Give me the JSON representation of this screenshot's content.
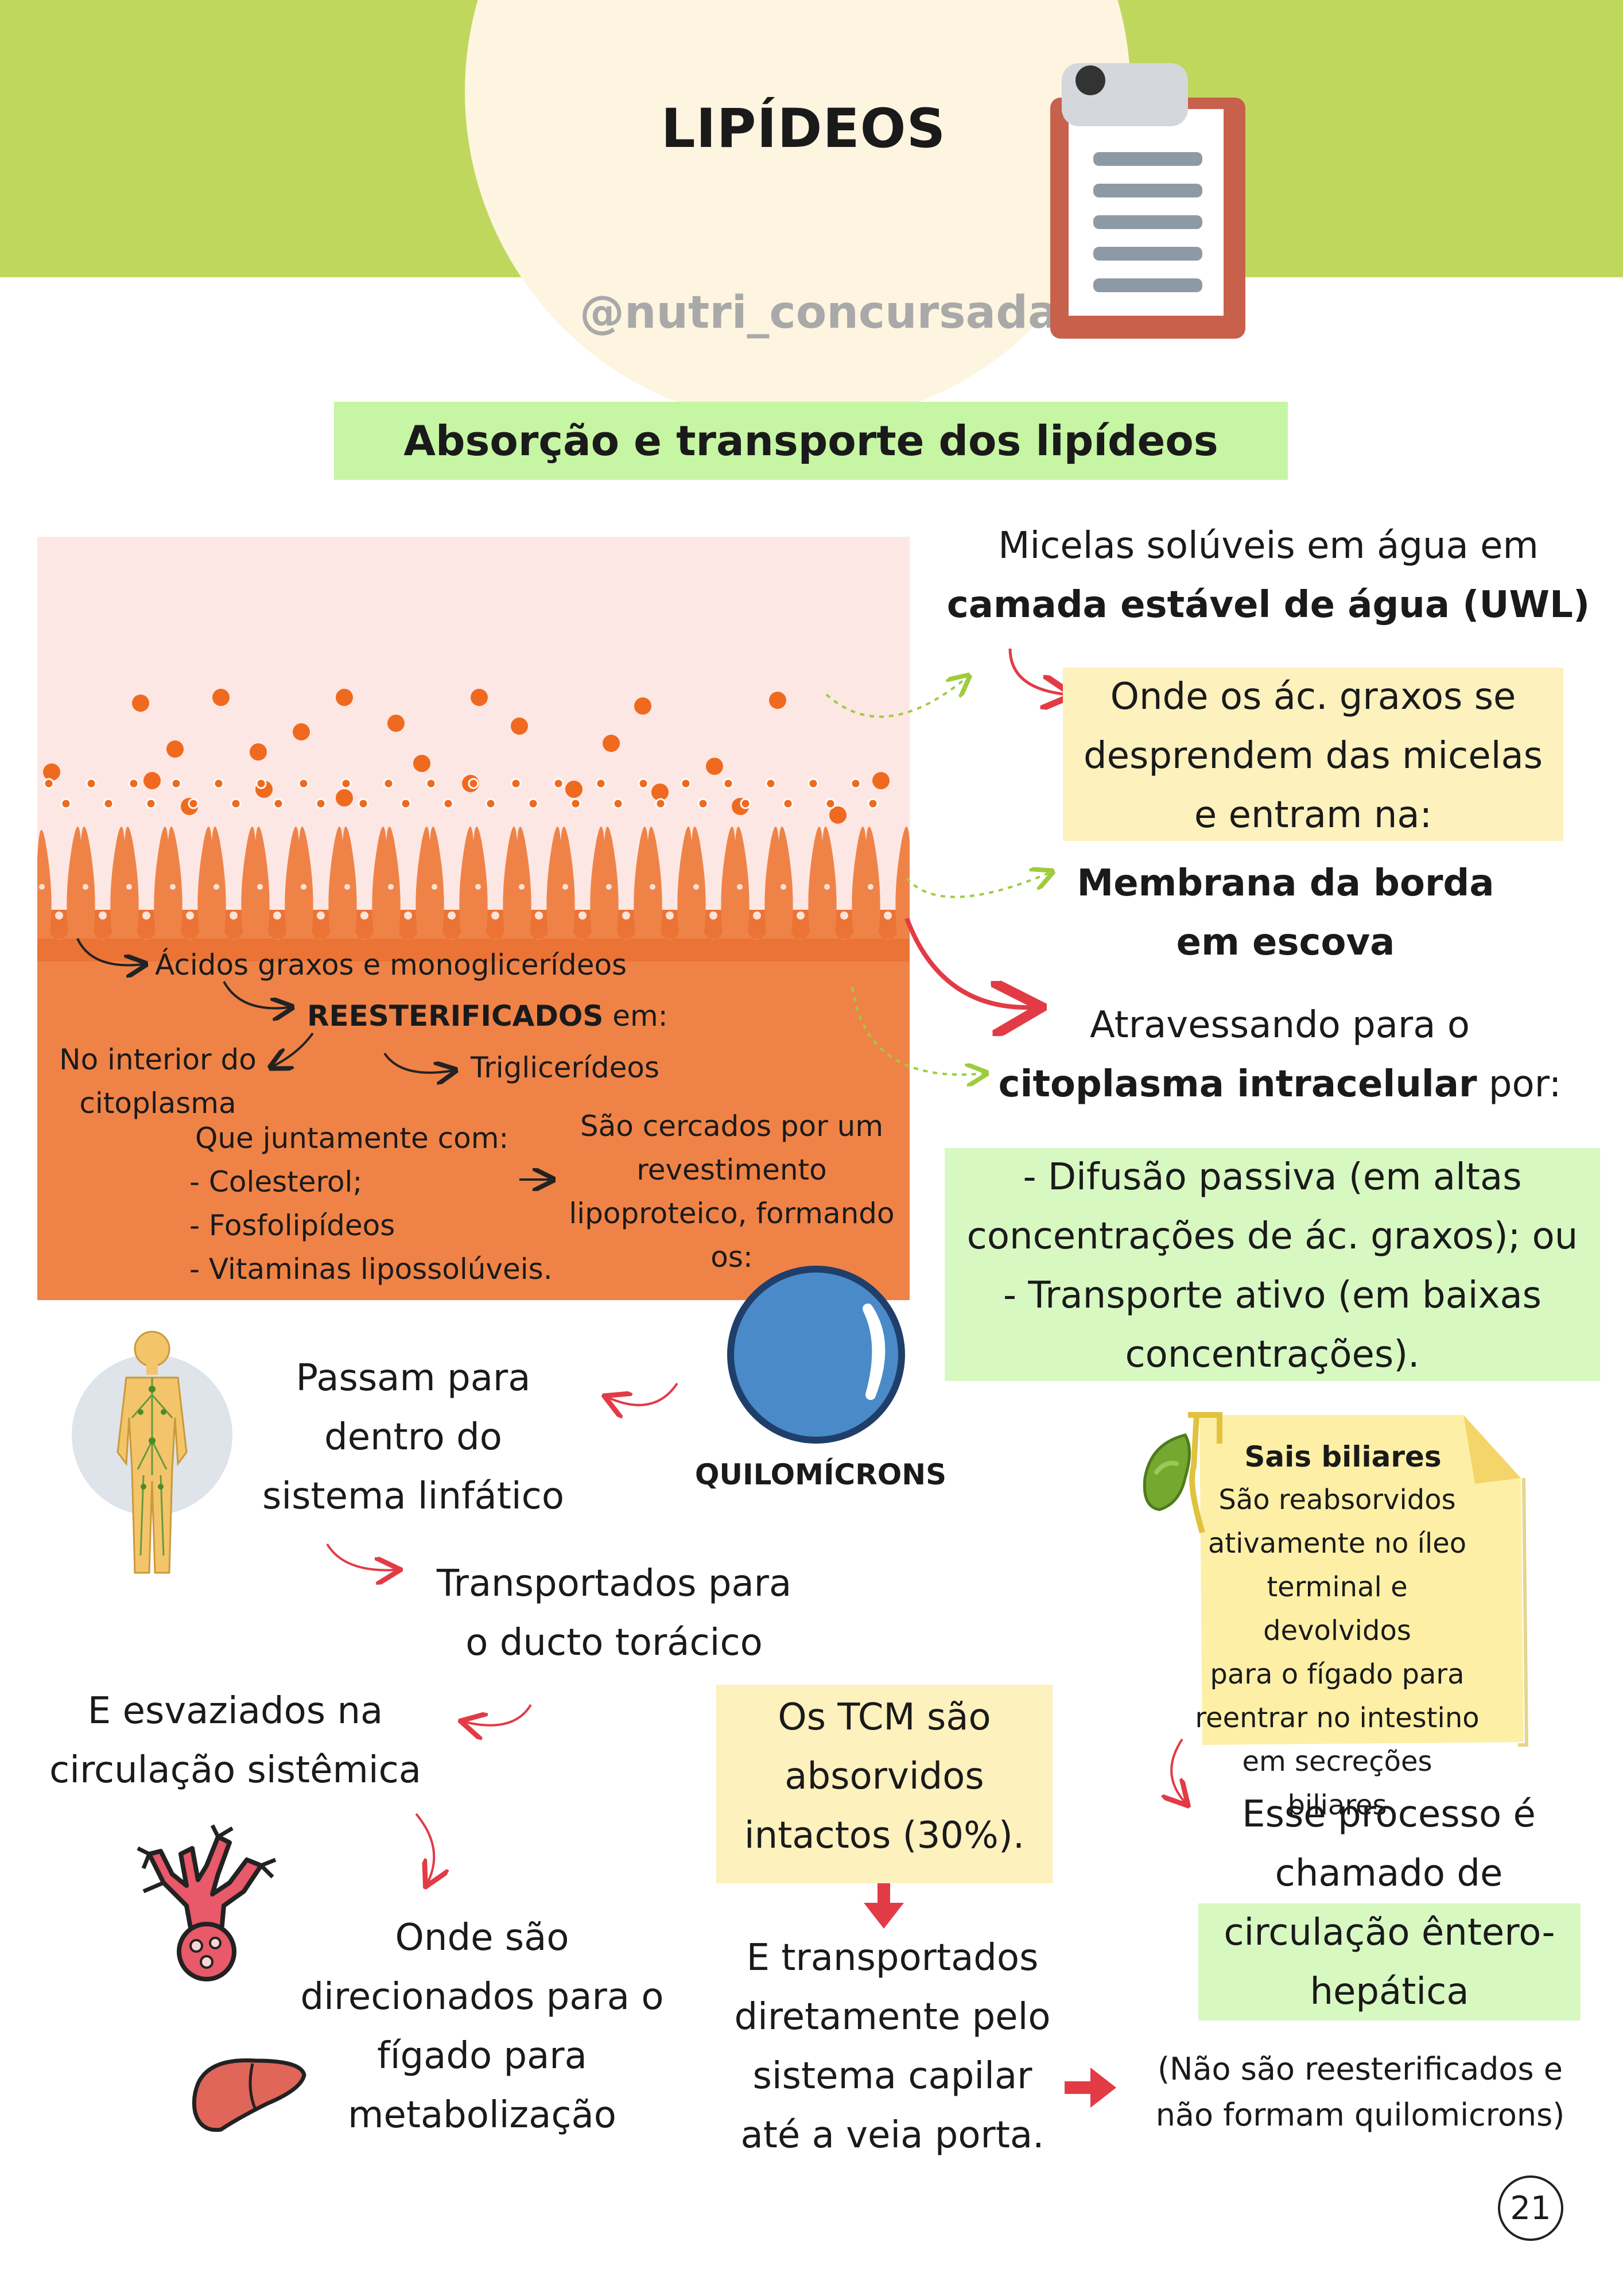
{
  "header": {
    "title": "LIPÍDEOS",
    "handle": "@nutri_concursada"
  },
  "section_title": "Absorção e transporte dos lipídeos",
  "right_col": {
    "micelas_line1": "Micelas solúveis em água em",
    "micelas_line2": "camada estável de água (UWL)",
    "onde_box": [
      "Onde os ác. graxos se",
      "desprendem das micelas",
      "e entram na:"
    ],
    "membrana": [
      "Membrana da borda",
      "em escova"
    ],
    "atravessando_line1": "Atravessando para o",
    "atravessando_bold": "citoplasma intracelular",
    "atravessando_tail": " por:",
    "transport_box": [
      "- Difusão passiva (em altas",
      "concentrações de ác. graxos); ou",
      "- Transporte ativo (em baixas",
      "concentrações)."
    ]
  },
  "diagram": {
    "acidos": "Ácidos graxos e monoglicerídeos",
    "reest_bold": "REESTERIFICADOS",
    "reest_tail": " em:",
    "interior": [
      "No interior do",
      "citoplasma"
    ],
    "triglic": "Triglicerídeos",
    "juntamente": "Que juntamente com:",
    "list": [
      "- Colesterol;",
      "- Fosfolipídeos",
      "- Vitaminas lipossolúveis."
    ],
    "cercados": [
      "São cercados por um",
      "revestimento",
      "lipoproteico, formando",
      "os:"
    ]
  },
  "quilomicrons": "QUILOMÍCRONS",
  "flow": {
    "passam": [
      "Passam para",
      "dentro do",
      "sistema linfático"
    ],
    "transportados": [
      "Transportados para",
      "o ducto torácico"
    ],
    "esvaziados": [
      "E esvaziados na",
      "circulação sistêmica"
    ],
    "onde_sao": [
      "Onde são",
      "direcionados para o",
      "fígado para",
      "metabolização"
    ]
  },
  "tcm": {
    "box": [
      "Os TCM são",
      "absorvidos",
      "intactos (30%)."
    ],
    "transportados": [
      "E transportados",
      "diretamente pelo",
      "sistema capilar",
      "até a veia porta."
    ],
    "note": [
      "(Não são reesterificados e",
      "não formam quilomicrons)"
    ]
  },
  "sais": {
    "title": "Sais biliares",
    "body": [
      "São reabsorvidos",
      "ativamente no íleo",
      "terminal e devolvidos",
      "para o fígado para",
      "reentrar no intestino",
      "em secreções biliares"
    ]
  },
  "esse": {
    "text": [
      "Esse processo é",
      "chamado de"
    ],
    "box": [
      "circulação êntero-",
      "hepática"
    ]
  },
  "page_number": "21",
  "colors": {
    "header_green": "#c0d75e",
    "circle": "#fdf5e0",
    "orange": "#ef8347",
    "pink": "#fde7e4",
    "arrow_red": "#e23b46",
    "dotted_green": "#9dcc3d"
  },
  "icons": [
    "clipboard-icon",
    "lymphatic-body-icon",
    "chylomicron-sphere",
    "gallbladder-icon",
    "lung-tissue-icon",
    "liver-icon"
  ]
}
